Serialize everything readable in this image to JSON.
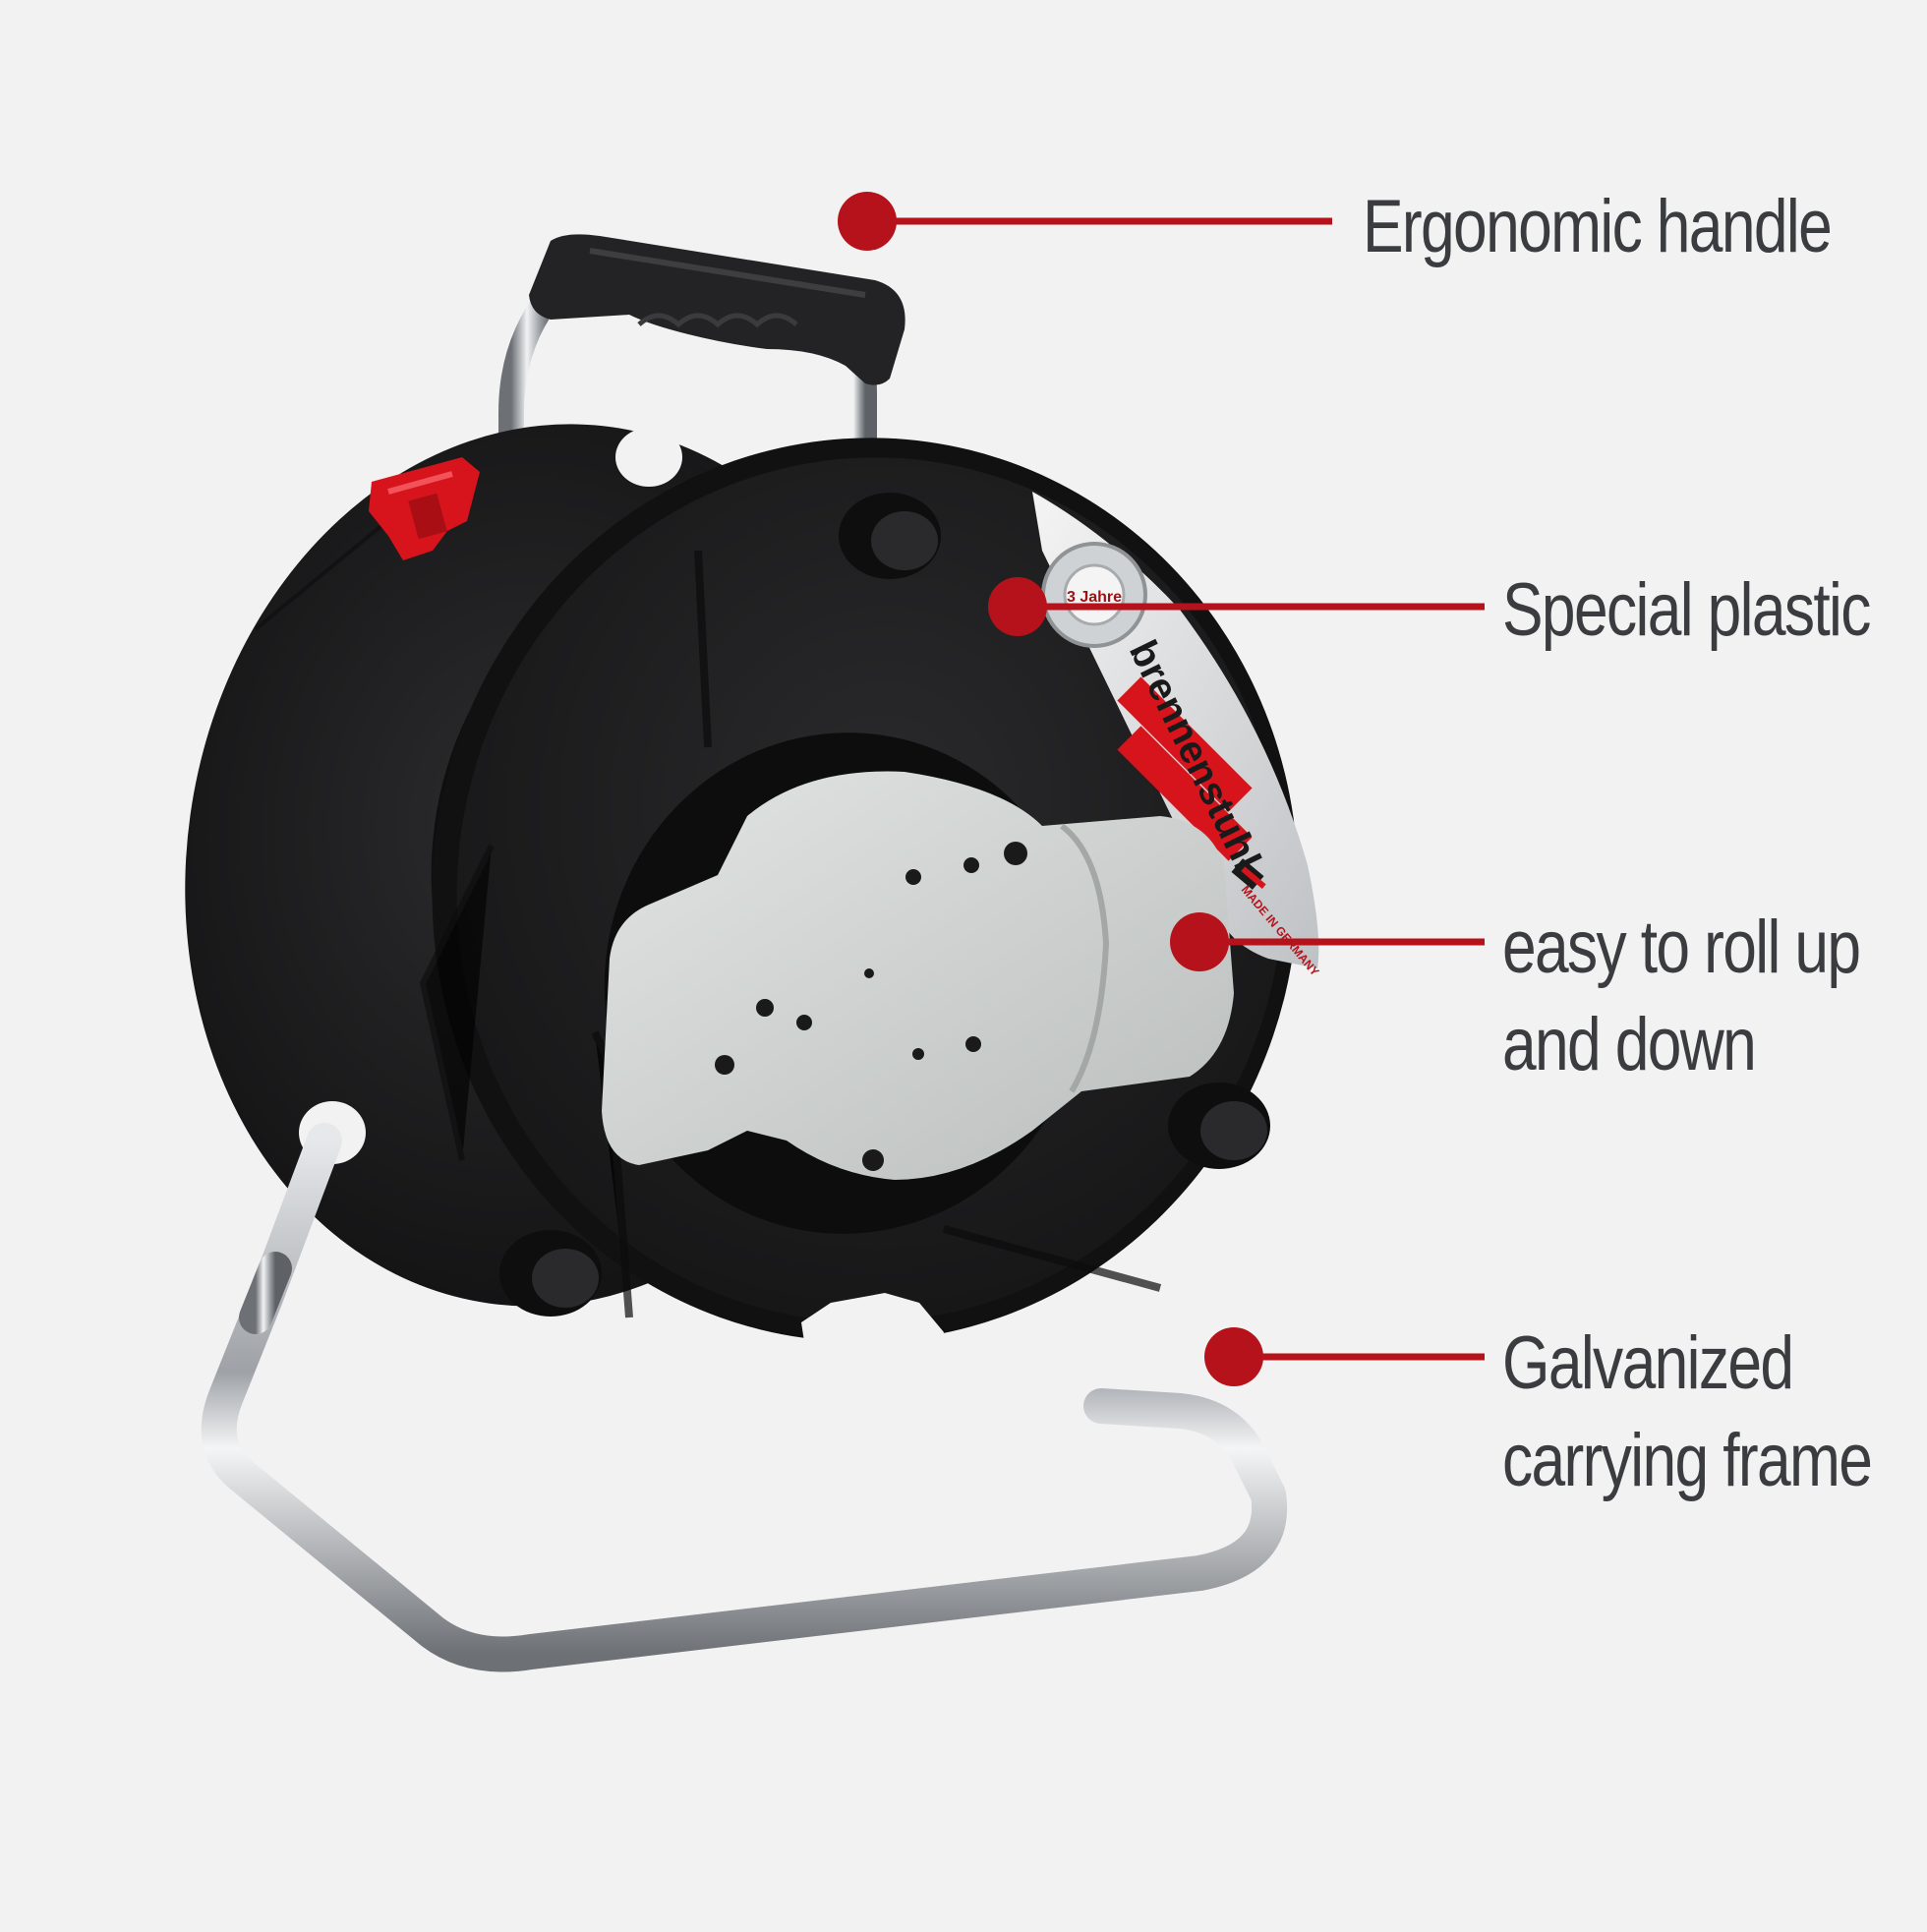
{
  "colors": {
    "background": "#f2f2f2",
    "callout_red": "#b5121b",
    "label_text": "#3a3c40",
    "reel_body": "#1f1f21",
    "hub_grey": "#d4d8d6",
    "frame_steel": "#b9bcc0",
    "brand_red": "#d7141c"
  },
  "product": {
    "brand_logo_text": "brennenstuhl",
    "badge_text": "MADE IN GERMANY",
    "warranty_seal_text": "3 Jahre"
  },
  "callouts": [
    {
      "lines": [
        "Ergonomic handle"
      ]
    },
    {
      "lines": [
        "Special plastic"
      ]
    },
    {
      "lines": [
        "easy to roll up",
        "and down"
      ]
    },
    {
      "lines": [
        "Galvanized",
        "carrying frame"
      ]
    }
  ]
}
